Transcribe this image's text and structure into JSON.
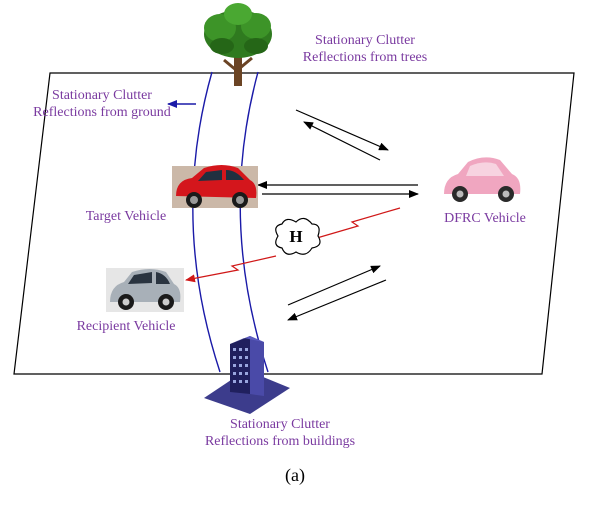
{
  "labels": {
    "trees_line1": "Stationary Clutter",
    "trees_line2": "Reflections from trees",
    "ground_line1": "Stationary Clutter",
    "ground_line2": "Reflections from ground",
    "target_vehicle": "Target Vehicle",
    "dfrc_vehicle": "DFRC Vehicle",
    "recipient_vehicle": "Recipient Vehicle",
    "channel": "H",
    "buildings_line1": "Stationary Clutter",
    "buildings_line2": "Reflections from buildings"
  },
  "caption": "(a)",
  "colors": {
    "label_text": "#7a3aa0",
    "clutter_boundary": "#1a1aa8",
    "comm_signal": "#d01818",
    "ground_arrow": "#1a1aa8",
    "radar_arrow": "#000000"
  },
  "icons": [
    "tree-icon",
    "red-car-icon",
    "pink-car-icon",
    "silver-car-icon",
    "building-icon"
  ]
}
